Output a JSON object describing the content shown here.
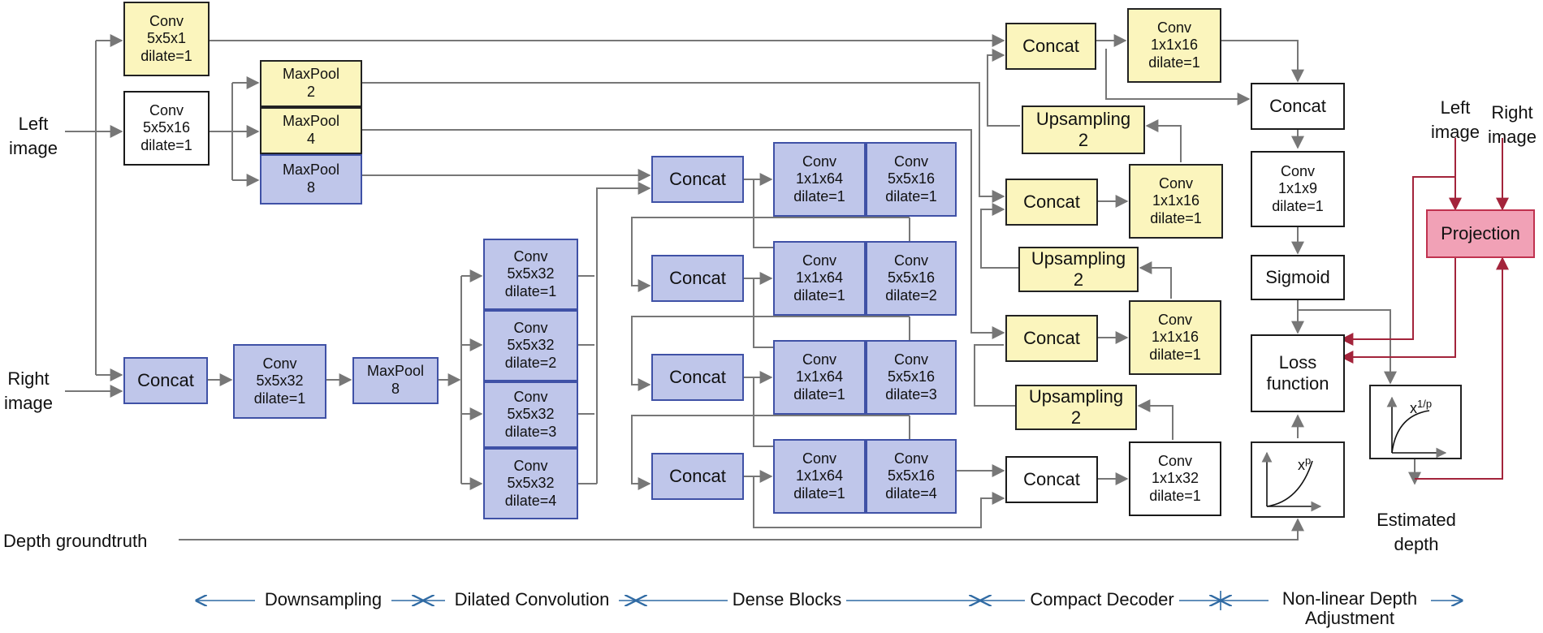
{
  "inputs": {
    "left_image": "Left\nimage",
    "right_image": "Right\nimage",
    "depth_gt": "Depth groundtruth",
    "proj_left": "Left\nimage",
    "proj_right": "Right\nimage",
    "estimated_depth": "Estimated\ndepth"
  },
  "blocks": {
    "conv_551": "Conv\n5x5x1\ndilate=1",
    "conv_5516": "Conv\n5x5x16\ndilate=1",
    "maxpool2": "MaxPool\n2",
    "maxpool4": "MaxPool\n4",
    "maxpool8a": "MaxPool\n8",
    "concat_in": "Concat",
    "conv_5532": "Conv\n5x5x32\ndilate=1",
    "maxpool8b": "MaxPool\n8",
    "dil1": "Conv\n5x5x32\ndilate=1",
    "dil2": "Conv\n5x5x32\ndilate=2",
    "dil3": "Conv\n5x5x32\ndilate=3",
    "dil4": "Conv\n5x5x32\ndilate=4",
    "dc1": "Concat",
    "dc2": "Concat",
    "dc3": "Concat",
    "dc4": "Concat",
    "d1a": "Conv\n1x1x64\ndilate=1",
    "d1b": "Conv\n5x5x16\ndilate=1",
    "d2a": "Conv\n1x1x64\ndilate=1",
    "d2b": "Conv\n5x5x16\ndilate=2",
    "d3a": "Conv\n1x1x64\ndilate=1",
    "d3b": "Conv\n5x5x16\ndilate=3",
    "d4a": "Conv\n1x1x64\ndilate=1",
    "d4b": "Conv\n5x5x16\ndilate=4",
    "ec1": "Concat",
    "ec2": "Concat",
    "ec3": "Concat",
    "ec4": "Concat",
    "up1": "Upsampling\n2",
    "up2": "Upsampling\n2",
    "up3": "Upsampling\n2",
    "ev1": "Conv\n1x1x16\ndilate=1",
    "ev2": "Conv\n1x1x16\ndilate=1",
    "ev3": "Conv\n1x1x16\ndilate=1",
    "ev4": "Conv\n1x1x32\ndilate=1",
    "concat_final": "Concat",
    "conv_119": "Conv\n1x1x9\ndilate=1",
    "sigmoid": "Sigmoid",
    "loss": "Loss\nfunction",
    "projection": "Projection",
    "pow_p": "x",
    "pow_p_sup": "p",
    "pow_inv": "x",
    "pow_inv_sup": "1/p"
  },
  "stages": {
    "downsampling": "Downsampling",
    "dilated": "Dilated Convolution",
    "dense": "Dense Blocks",
    "decoder": "Compact Decoder",
    "nonlinear": "Non-linear Depth\nAdjustment"
  },
  "colors": {
    "gray_line": "#777777",
    "red_line": "#a3243b",
    "stage_line": "#2f6aa3"
  }
}
